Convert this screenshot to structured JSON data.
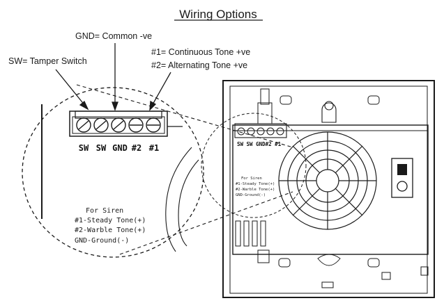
{
  "title": "Wiring Options",
  "callouts": {
    "gnd": "GND= Common -ve",
    "sw": "SW= Tamper Switch",
    "tone1": "#1= Continuous Tone +ve",
    "tone2": "#2= Alternating Tone +ve"
  },
  "terminal_labels": [
    "SW",
    "SW",
    "GND",
    "#2",
    "#1"
  ],
  "siren_note": {
    "heading": "For Siren",
    "line1": "#1-Steady Tone(+)",
    "line2": "#2-Warble Tone(+)",
    "line3": "GND-Ground(-)"
  },
  "small_terminal_labels": "SW SW GND#2 #1",
  "small_siren_note": {
    "heading": "For Siren",
    "line1": "#1-Steady Tone(+)",
    "line2": "#2-Warble Tone(+)",
    "line3": "GND-Ground(-)"
  },
  "colors": {
    "ink": "#1a1a1a",
    "background": "#ffffff"
  }
}
